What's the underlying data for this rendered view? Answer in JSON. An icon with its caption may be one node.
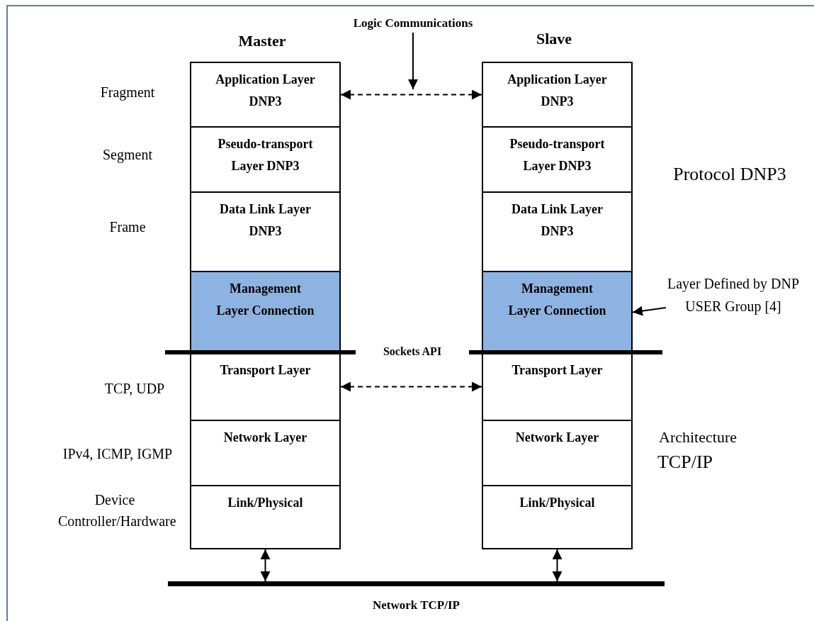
{
  "diagram": {
    "nodes": [
      {
        "text": [
          "Application Layer DNP3"
        ]
      },
      {
        "text": [
          "Pseudo-transport Layer DNP3"
        ]
      },
      {
        "text": [
          "Data Link Layer DNP3"
        ]
      },
      {
        "text": [
          "Management Layer Connection"
        ]
      },
      {
        "text": [
          "Transport Layer"
        ]
      },
      {
        "text": [
          "Network Layer"
        ]
      },
      {
        "text": [
          "Link/Physical"
        ]
      },
      {
        "text": [
          "Application Layer DNP3"
        ]
      },
      {
        "text": [
          "Pseudo-transport Layer DNP3"
        ]
      },
      {
        "text": [
          "Data Link Layer DNP3"
        ]
      },
      {
        "text": [
          "Management Layer Connection"
        ]
      },
      {
        "text": [
          "Transport Layer"
        ]
      },
      {
        "text": [
          "Network Layer"
        ]
      },
      {
        "text": [
          "Link/Physical"
        ]
      },
      {
        "text": [
          "Network TCP/IP"
        ]
      },
      {
        "text": [
          "Logic Communications"
        ]
      },
      {
        "text": [
          "Layer Defined by DNP USER Group [4]"
        ]
      }
    ],
    "edges": [
      {
        "from": 0,
        "to": 7,
        "arrow": "both",
        "style": "dashed"
      },
      {
        "from": 4,
        "to": 11,
        "arrow": "both",
        "style": "dashed"
      },
      {
        "from": 6,
        "to": 14,
        "arrow": "both"
      },
      {
        "from": 13,
        "to": 14,
        "arrow": "both"
      },
      {
        "from": 15,
        "to": null,
        "arrow": "to"
      },
      {
        "from": 16,
        "to": 10,
        "arrow": "to"
      }
    ],
    "labels": [
      "Master",
      "Slave",
      "Fragment",
      "Segment",
      "Protocol DNP3",
      "Frame",
      "Sockets API",
      "TCP, UDP",
      "IPv4, ICMP, IGMP",
      "Architecture",
      "TCP/IP",
      "Device Controller/Hardware"
    ]
  }
}
